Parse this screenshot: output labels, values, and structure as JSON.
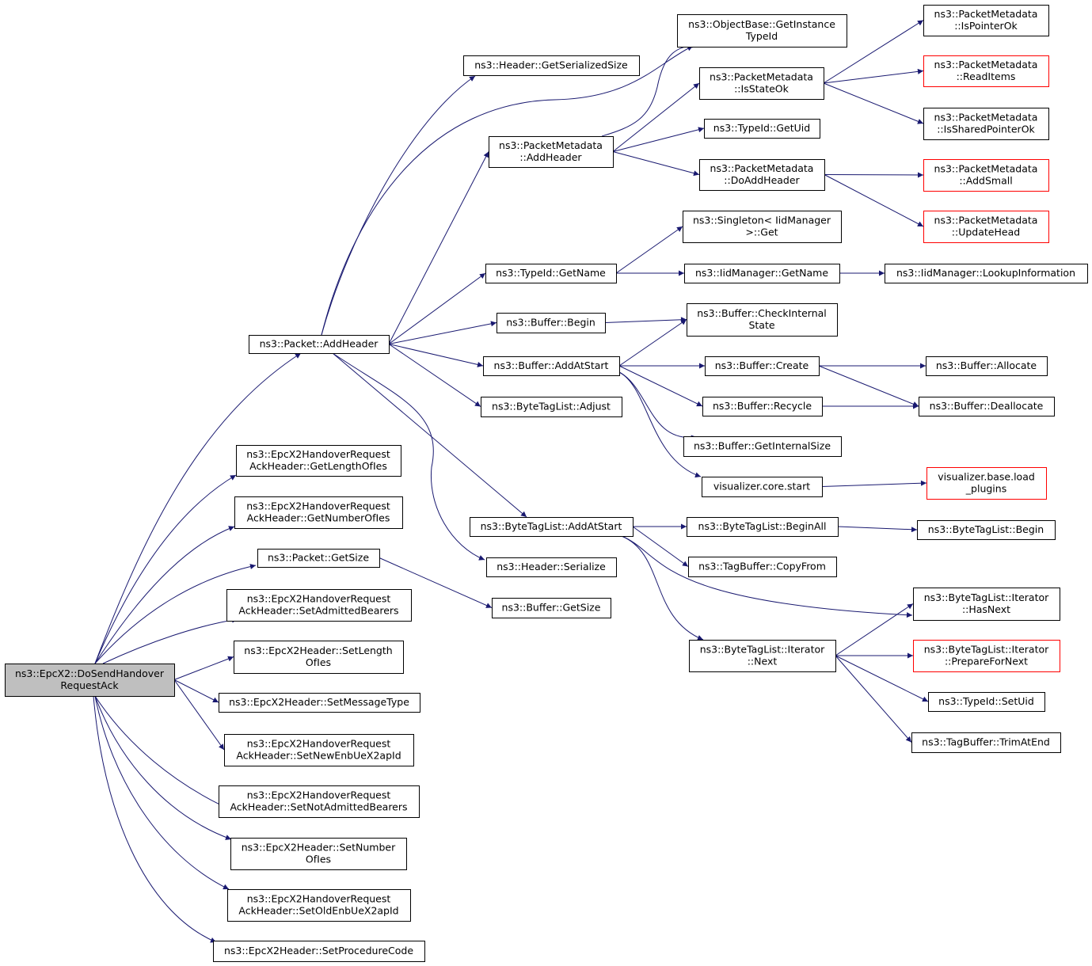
{
  "colors": {
    "edge": "#191970",
    "border_default": "#000000",
    "border_truncated": "#ff0000",
    "fill_default": "#ffffff",
    "fill_root": "#bfbfbf"
  },
  "nodes": [
    {
      "id": "root",
      "lines": [
        "ns3::EpcX2::DoSendHandover",
        "RequestAck"
      ],
      "style": "root"
    },
    {
      "id": "packet_addheader",
      "lines": [
        "ns3::Packet::AddHeader"
      ],
      "style": "default"
    },
    {
      "id": "getlengthofies",
      "lines": [
        "ns3::EpcX2HandoverRequest",
        "AckHeader::GetLengthOfIes"
      ],
      "style": "default"
    },
    {
      "id": "getnumberofies",
      "lines": [
        "ns3::EpcX2HandoverRequest",
        "AckHeader::GetNumberOfIes"
      ],
      "style": "default"
    },
    {
      "id": "packet_getsize",
      "lines": [
        "ns3::Packet::GetSize"
      ],
      "style": "default"
    },
    {
      "id": "setadmitted",
      "lines": [
        "ns3::EpcX2HandoverRequest",
        "AckHeader::SetAdmittedBearers"
      ],
      "style": "default"
    },
    {
      "id": "setlengthofies",
      "lines": [
        "ns3::EpcX2Header::SetLength",
        "OfIes"
      ],
      "style": "default"
    },
    {
      "id": "setmessagetype",
      "lines": [
        "ns3::EpcX2Header::SetMessageType"
      ],
      "style": "default"
    },
    {
      "id": "setnewenb",
      "lines": [
        "ns3::EpcX2HandoverRequest",
        "AckHeader::SetNewEnbUeX2apId"
      ],
      "style": "default"
    },
    {
      "id": "setnotadmitted",
      "lines": [
        "ns3::EpcX2HandoverRequest",
        "AckHeader::SetNotAdmittedBearers"
      ],
      "style": "default"
    },
    {
      "id": "setnumberofies",
      "lines": [
        "ns3::EpcX2Header::SetNumber",
        "OfIes"
      ],
      "style": "default"
    },
    {
      "id": "setoldenb",
      "lines": [
        "ns3::EpcX2HandoverRequest",
        "AckHeader::SetOldEnbUeX2apId"
      ],
      "style": "default"
    },
    {
      "id": "setprocedurecode",
      "lines": [
        "ns3::EpcX2Header::SetProcedureCode"
      ],
      "style": "default"
    },
    {
      "id": "header_getserializedsize",
      "lines": [
        "ns3::Header::GetSerializedSize"
      ],
      "style": "default"
    },
    {
      "id": "objectbase_getinstancetypeid",
      "lines": [
        "ns3::ObjectBase::GetInstance",
        "TypeId"
      ],
      "style": "default"
    },
    {
      "id": "pm_addheader",
      "lines": [
        "ns3::PacketMetadata",
        "::AddHeader"
      ],
      "style": "default"
    },
    {
      "id": "typeid_getname",
      "lines": [
        "ns3::TypeId::GetName"
      ],
      "style": "default"
    },
    {
      "id": "buffer_begin",
      "lines": [
        "ns3::Buffer::Begin"
      ],
      "style": "default"
    },
    {
      "id": "buffer_addatstart",
      "lines": [
        "ns3::Buffer::AddAtStart"
      ],
      "style": "default"
    },
    {
      "id": "bytetaglist_adjust",
      "lines": [
        "ns3::ByteTagList::Adjust"
      ],
      "style": "default"
    },
    {
      "id": "bytetaglist_addatstart",
      "lines": [
        "ns3::ByteTagList::AddAtStart"
      ],
      "style": "default"
    },
    {
      "id": "header_serialize",
      "lines": [
        "ns3::Header::Serialize"
      ],
      "style": "default"
    },
    {
      "id": "buffer_getsize",
      "lines": [
        "ns3::Buffer::GetSize"
      ],
      "style": "default"
    },
    {
      "id": "pm_isstateok",
      "lines": [
        "ns3::PacketMetadata",
        "::IsStateOk"
      ],
      "style": "default"
    },
    {
      "id": "typeid_getuid",
      "lines": [
        "ns3::TypeId::GetUid"
      ],
      "style": "default"
    },
    {
      "id": "pm_doaddheader",
      "lines": [
        "ns3::PacketMetadata",
        "::DoAddHeader"
      ],
      "style": "default"
    },
    {
      "id": "singleton_get",
      "lines": [
        "ns3::Singleton< IidManager",
        ">::Get"
      ],
      "style": "default"
    },
    {
      "id": "iidmanager_getname",
      "lines": [
        "ns3::IidManager::GetName"
      ],
      "style": "default"
    },
    {
      "id": "buffer_checkinternalstate",
      "lines": [
        "ns3::Buffer::CheckInternal",
        "State"
      ],
      "style": "default"
    },
    {
      "id": "buffer_create",
      "lines": [
        "ns3::Buffer::Create"
      ],
      "style": "default"
    },
    {
      "id": "buffer_recycle",
      "lines": [
        "ns3::Buffer::Recycle"
      ],
      "style": "default"
    },
    {
      "id": "buffer_getinternalsize",
      "lines": [
        "ns3::Buffer::GetInternalSize"
      ],
      "style": "default"
    },
    {
      "id": "visualizer_core_start",
      "lines": [
        "visualizer.core.start"
      ],
      "style": "default"
    },
    {
      "id": "bytetaglist_beginall",
      "lines": [
        "ns3::ByteTagList::BeginAll"
      ],
      "style": "default"
    },
    {
      "id": "tagbuffer_copyfrom",
      "lines": [
        "ns3::TagBuffer::CopyFrom"
      ],
      "style": "default"
    },
    {
      "id": "iterator_next",
      "lines": [
        "ns3::ByteTagList::Iterator",
        "::Next"
      ],
      "style": "default"
    },
    {
      "id": "pm_ispointerok",
      "lines": [
        "ns3::PacketMetadata",
        "::IsPointerOk"
      ],
      "style": "default"
    },
    {
      "id": "pm_readitems",
      "lines": [
        "ns3::PacketMetadata",
        "::ReadItems"
      ],
      "style": "truncated"
    },
    {
      "id": "pm_issharedpointerok",
      "lines": [
        "ns3::PacketMetadata",
        "::IsSharedPointerOk"
      ],
      "style": "default"
    },
    {
      "id": "pm_addsmall",
      "lines": [
        "ns3::PacketMetadata",
        "::AddSmall"
      ],
      "style": "truncated"
    },
    {
      "id": "pm_updatehead",
      "lines": [
        "ns3::PacketMetadata",
        "::UpdateHead"
      ],
      "style": "truncated"
    },
    {
      "id": "iidmanager_lookupinformation",
      "lines": [
        "ns3::IidManager::LookupInformation"
      ],
      "style": "default"
    },
    {
      "id": "buffer_allocate",
      "lines": [
        "ns3::Buffer::Allocate"
      ],
      "style": "default"
    },
    {
      "id": "buffer_deallocate",
      "lines": [
        "ns3::Buffer::Deallocate"
      ],
      "style": "default"
    },
    {
      "id": "visualizer_base_load_plugins",
      "lines": [
        "visualizer.base.load",
        "_plugins"
      ],
      "style": "truncated"
    },
    {
      "id": "bytetaglist_begin",
      "lines": [
        "ns3::ByteTagList::Begin"
      ],
      "style": "default"
    },
    {
      "id": "iterator_hasnext",
      "lines": [
        "ns3::ByteTagList::Iterator",
        "::HasNext"
      ],
      "style": "default"
    },
    {
      "id": "iterator_preparefornext",
      "lines": [
        "ns3::ByteTagList::Iterator",
        "::PrepareForNext"
      ],
      "style": "truncated"
    },
    {
      "id": "typeid_setuid",
      "lines": [
        "ns3::TypeId::SetUid"
      ],
      "style": "default"
    },
    {
      "id": "tagbuffer_trimatend",
      "lines": [
        "ns3::TagBuffer::TrimAtEnd"
      ],
      "style": "default"
    }
  ],
  "edges": [
    [
      "root",
      "packet_addheader"
    ],
    [
      "root",
      "getlengthofies"
    ],
    [
      "root",
      "getnumberofies"
    ],
    [
      "root",
      "packet_getsize"
    ],
    [
      "root",
      "setadmitted"
    ],
    [
      "root",
      "setlengthofies"
    ],
    [
      "root",
      "setmessagetype"
    ],
    [
      "root",
      "setnewenb"
    ],
    [
      "root",
      "setnotadmitted"
    ],
    [
      "root",
      "setnumberofies"
    ],
    [
      "root",
      "setoldenb"
    ],
    [
      "root",
      "setprocedurecode"
    ],
    [
      "packet_addheader",
      "header_getserializedsize"
    ],
    [
      "packet_addheader",
      "objectbase_getinstancetypeid"
    ],
    [
      "packet_addheader",
      "pm_addheader"
    ],
    [
      "packet_addheader",
      "typeid_getname"
    ],
    [
      "packet_addheader",
      "buffer_begin"
    ],
    [
      "packet_addheader",
      "buffer_addatstart"
    ],
    [
      "packet_addheader",
      "bytetaglist_adjust"
    ],
    [
      "packet_addheader",
      "bytetaglist_addatstart"
    ],
    [
      "packet_addheader",
      "header_serialize"
    ],
    [
      "packet_getsize",
      "buffer_getsize"
    ],
    [
      "pm_addheader",
      "objectbase_getinstancetypeid"
    ],
    [
      "pm_addheader",
      "pm_isstateok"
    ],
    [
      "pm_addheader",
      "typeid_getuid"
    ],
    [
      "pm_addheader",
      "pm_doaddheader"
    ],
    [
      "typeid_getname",
      "singleton_get"
    ],
    [
      "typeid_getname",
      "iidmanager_getname"
    ],
    [
      "buffer_begin",
      "buffer_checkinternalstate"
    ],
    [
      "buffer_addatstart",
      "buffer_checkinternalstate"
    ],
    [
      "buffer_addatstart",
      "buffer_create"
    ],
    [
      "buffer_addatstart",
      "buffer_recycle"
    ],
    [
      "buffer_addatstart",
      "buffer_getinternalsize"
    ],
    [
      "buffer_addatstart",
      "visualizer_core_start"
    ],
    [
      "bytetaglist_addatstart",
      "bytetaglist_beginall"
    ],
    [
      "bytetaglist_addatstart",
      "tagbuffer_copyfrom"
    ],
    [
      "bytetaglist_addatstart",
      "iterator_hasnext"
    ],
    [
      "bytetaglist_addatstart",
      "iterator_next"
    ],
    [
      "pm_isstateok",
      "pm_ispointerok"
    ],
    [
      "pm_isstateok",
      "pm_readitems"
    ],
    [
      "pm_isstateok",
      "pm_issharedpointerok"
    ],
    [
      "pm_doaddheader",
      "pm_addsmall"
    ],
    [
      "pm_doaddheader",
      "pm_updatehead"
    ],
    [
      "iidmanager_getname",
      "iidmanager_lookupinformation"
    ],
    [
      "buffer_create",
      "buffer_allocate"
    ],
    [
      "buffer_create",
      "buffer_deallocate"
    ],
    [
      "buffer_recycle",
      "buffer_deallocate"
    ],
    [
      "visualizer_core_start",
      "visualizer_base_load_plugins"
    ],
    [
      "bytetaglist_beginall",
      "bytetaglist_begin"
    ],
    [
      "iterator_next",
      "iterator_hasnext"
    ],
    [
      "iterator_next",
      "iterator_preparefornext"
    ],
    [
      "iterator_next",
      "typeid_setuid"
    ],
    [
      "iterator_next",
      "tagbuffer_trimatend"
    ]
  ]
}
